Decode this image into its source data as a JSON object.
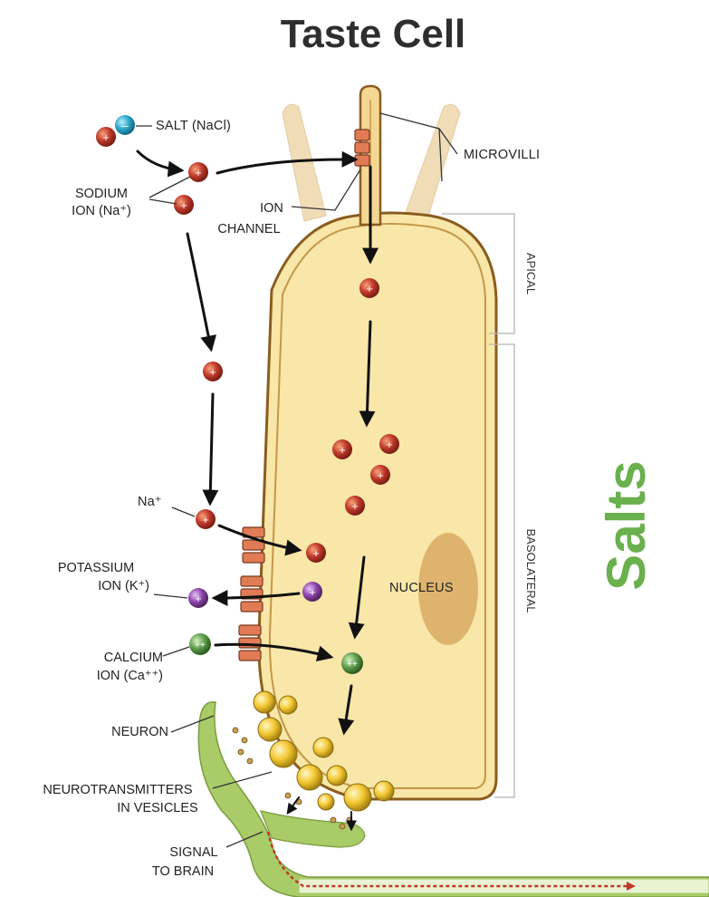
{
  "title": "Taste Cell",
  "side_title": "Salts",
  "colors": {
    "cell_fill": "#f8e7a8",
    "cell_outline": "#8a5d1f",
    "microvilli": "#f1dcb8",
    "nucleus": "#d9a963",
    "channel": "#e07b56",
    "sodium": "#c0392b",
    "chloride": "#2aa7c9",
    "potassium": "#8e44ad",
    "calcium": "#5f9e4a",
    "vesicle": "#f3c832",
    "neuron": "#a9cb68",
    "signal": "#c0392b",
    "salts_text": "#6ab04c"
  },
  "labels": {
    "salt": "SALT (NaCl)",
    "sodium_line1": "SODIUM",
    "sodium_line2": "ION (Na⁺)",
    "ion_channel_line1": "ION",
    "ion_channel_line2": "CHANNEL",
    "microvilli": "MICROVILLI",
    "apical": "APICAL",
    "basolateral": "BASOLATERAL",
    "na": "Na⁺",
    "potassium_line1": "POTASSIUM",
    "potassium_line2": "ION (K⁺)",
    "calcium_line1": "CALCIUM",
    "calcium_line2": "ION (Ca⁺⁺)",
    "nucleus": "NUCLEUS",
    "neuron": "NEURON",
    "neurotransmitters_line1": "NEUROTRANSMITTERS",
    "neurotransmitters_line2": "IN VESICLES",
    "signal_line1": "SIGNAL",
    "signal_line2": "TO BRAIN"
  }
}
